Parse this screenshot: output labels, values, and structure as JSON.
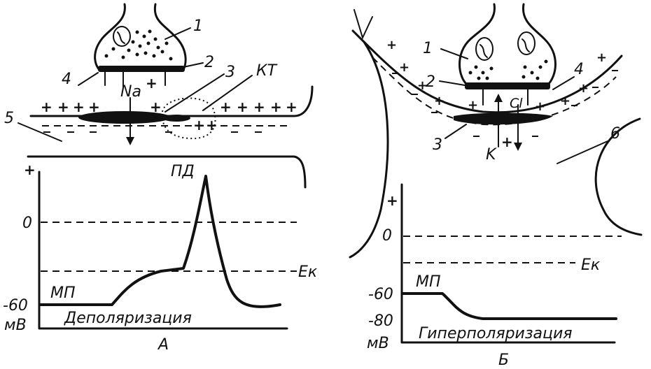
{
  "panel_a": {
    "caption": "А",
    "labels": {
      "n1": "1",
      "n2": "2",
      "n3": "3",
      "n4": "4",
      "n5": "5",
      "kt": "КТ",
      "na": "Na",
      "ion_plus": "+"
    },
    "graph": {
      "plus": "+",
      "zero": "0",
      "minus60": "-60",
      "unit": "мВ",
      "mp": "МП",
      "pd": "ПД",
      "ek": "Eк",
      "process": "Деполяризация"
    }
  },
  "panel_b": {
    "caption": "Б",
    "labels": {
      "n1": "1",
      "n2": "2",
      "n3": "3",
      "n4": "4",
      "n6": "6",
      "cl": "Cl",
      "k": "K",
      "ion_plus": "+"
    },
    "graph": {
      "plus": "+",
      "zero": "0",
      "minus60": "-60",
      "minus80": "-80",
      "unit": "мВ",
      "mp": "МП",
      "ek": "Eк",
      "process": "Гиперполяризация"
    }
  }
}
